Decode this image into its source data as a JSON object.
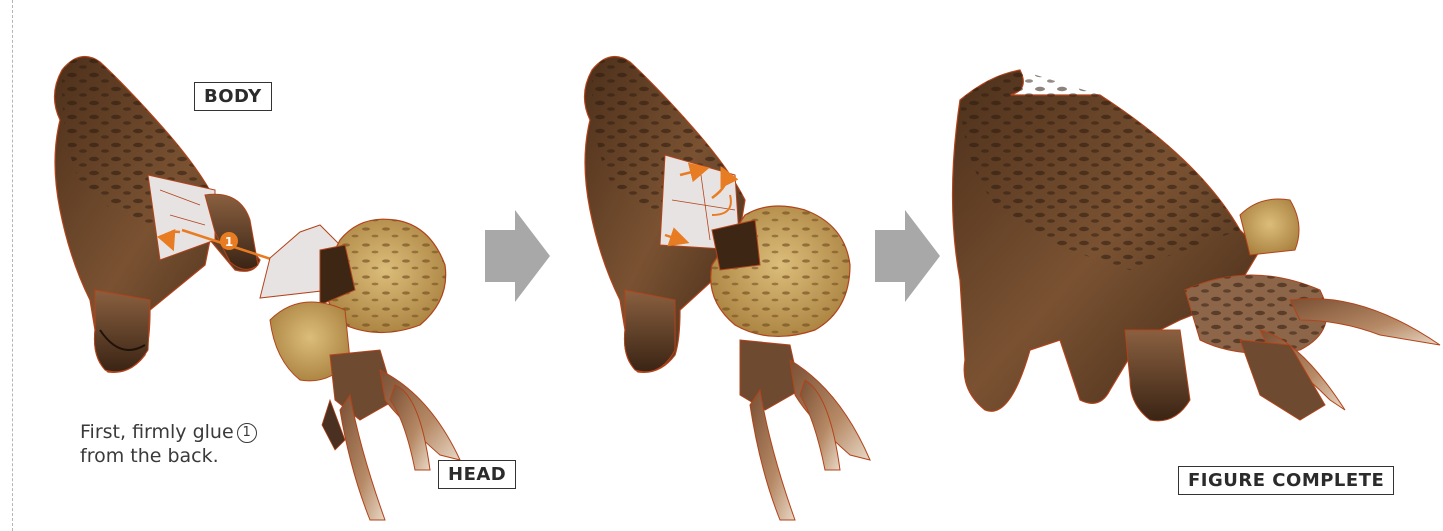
{
  "labels": {
    "body": "BODY",
    "head": "HEAD",
    "complete": "FIGURE COMPLETE"
  },
  "instruction": {
    "line1": "First, firmly glue",
    "glue_marker": "1",
    "line2": "from the back."
  },
  "step_marker": "1",
  "colors": {
    "body_dark": "#5a3a22",
    "body_mid": "#7b5533",
    "frill": "#c9a25e",
    "glue_tab": "#e4e0e0",
    "fold_line": "#c24a1b",
    "arrow_gray": "#a8a8a8",
    "accent_orange": "#e87c22"
  },
  "icons": {
    "step_arrow": "arrow-right-icon",
    "fold_arrow": "curved-arrow-icon"
  }
}
